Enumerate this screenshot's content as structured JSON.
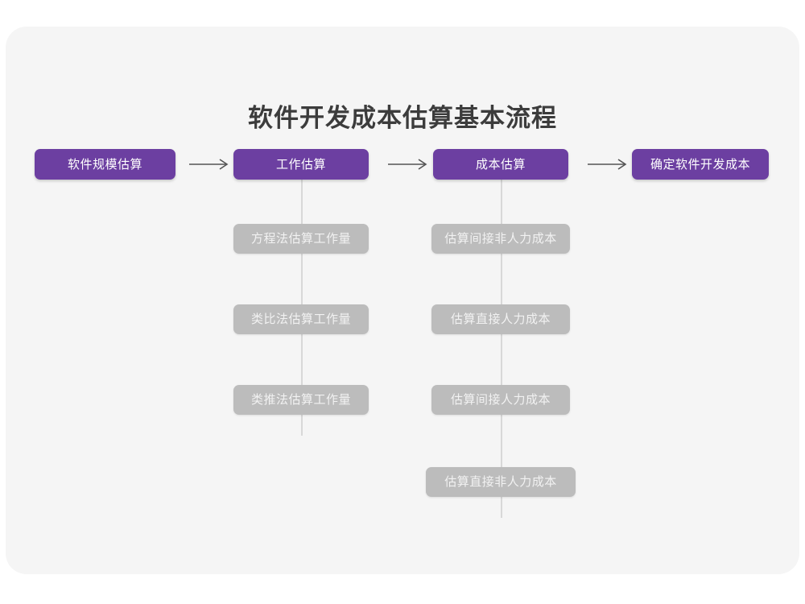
{
  "card": {
    "background": "#f5f5f5"
  },
  "colors": {
    "primary": "#6c3fa1",
    "secondary": "#bcbcbc",
    "connector": "#d8d8d8",
    "arrow": "#555555",
    "title": "#3c3c3c"
  },
  "title": "软件开发成本估算基本流程",
  "chart_data": {
    "type": "diagram",
    "title": "软件开发成本估算基本流程",
    "stages": [
      {
        "label": "软件规模估算",
        "children": []
      },
      {
        "label": "工作估算",
        "children": [
          "方程法估算工作量",
          "类比法估算工作量",
          "类推法估算工作量"
        ]
      },
      {
        "label": "成本估算",
        "children": [
          "估算间接非人力成本",
          "估算直接人力成本",
          "估算间接人力成本",
          "估算直接非人力成本"
        ]
      },
      {
        "label": "确定软件开发成本",
        "children": []
      }
    ],
    "connectors": [
      "arrow",
      "arrow",
      "arrow"
    ]
  },
  "stages": {
    "s0": {
      "label": "软件规模估算"
    },
    "s1": {
      "label": "工作估算"
    },
    "s2": {
      "label": "成本估算"
    },
    "s3": {
      "label": "确定软件开发成本"
    }
  },
  "branch_work": {
    "b0": {
      "label": "方程法估算工作量"
    },
    "b1": {
      "label": "类比法估算工作量"
    },
    "b2": {
      "label": "类推法估算工作量"
    }
  },
  "branch_cost": {
    "c0": {
      "label": "估算间接非人力成本"
    },
    "c1": {
      "label": "估算直接人力成本"
    },
    "c2": {
      "label": "估算间接人力成本"
    },
    "c3": {
      "label": "估算直接非人力成本"
    }
  }
}
